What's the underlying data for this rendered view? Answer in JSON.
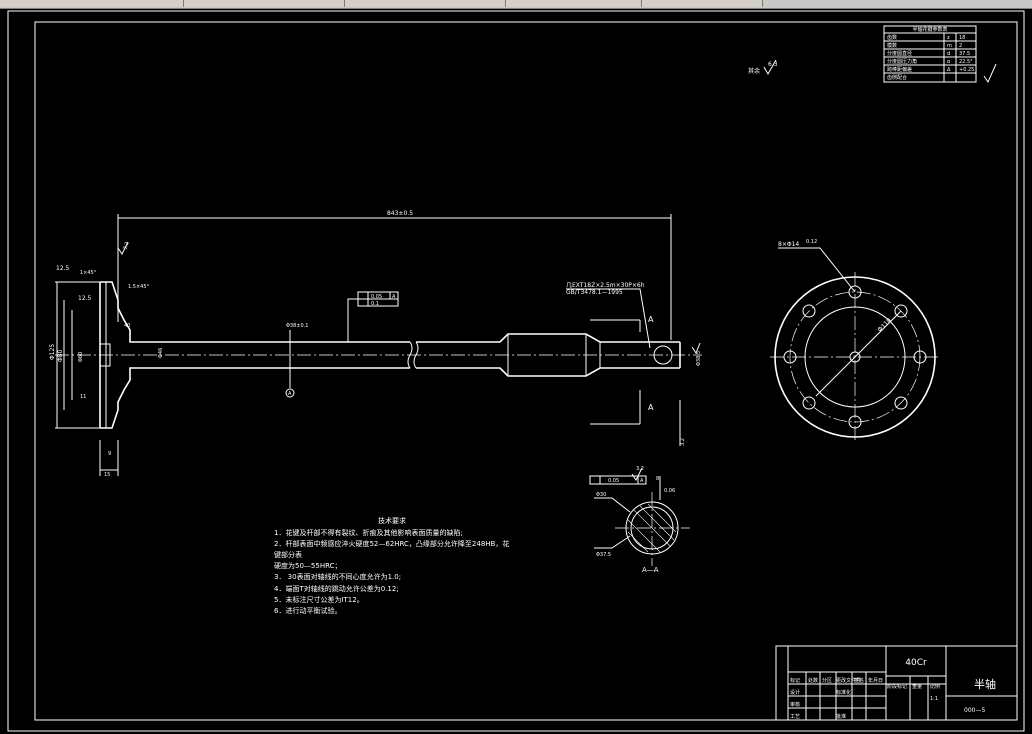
{
  "window": {
    "tabs": [
      "",
      "",
      "",
      "",
      ""
    ]
  },
  "drawing": {
    "params_table": {
      "title": "半轴花键参数表",
      "rows": [
        {
          "label": "齿数",
          "sym": "z",
          "val": "18"
        },
        {
          "label": "模数",
          "sym": "m",
          "val": "2"
        },
        {
          "label": "分度圆直径",
          "sym": "d",
          "val": "37.5"
        },
        {
          "label": "分度圆压力角",
          "sym": "α",
          "val": "22.5°"
        },
        {
          "label": "跨棒距偏差",
          "sym": "Δ",
          "val": "+0.25"
        },
        {
          "label": "齿侧配合",
          "sym": "",
          "val": ""
        }
      ]
    },
    "roughness_note": "其余",
    "roughness_value": "6.3",
    "dims": {
      "overall_length": "843±0.5",
      "flange_dia": "Φ125",
      "hub_dia": "Φ80",
      "dia_60": "Φ60",
      "dia_46": "Φ46",
      "dia_40": "40",
      "shaft_dia": "Φ38±0.1",
      "end_dia": "Φ38.5",
      "spline_callout_1": "几EXT18Z×2.5m×30P×6h",
      "spline_callout_2": "GB/T3478.1—1995",
      "thk_15": "15",
      "thk_9": "9",
      "chamfer_1": "1×45°",
      "chamfer_2": "1.5×45°",
      "r12": "12.5",
      "r12b": "12.5",
      "r_32a": "3.2",
      "r_32b": "3.2",
      "r_32c": "3.2",
      "gdt_1": "0.05",
      "gdt_1_datum": "A",
      "gdt_2": "0.1",
      "datum_a": "A",
      "eleven": "11"
    },
    "section_labels": {
      "top": "A",
      "bottom": "A",
      "name": "A—A"
    },
    "section_dims": {
      "d30": "Φ30",
      "d37": "Φ37.5",
      "gdt": "0.05",
      "gdt_datum": "A",
      "r32": "3.2",
      "depth": "0.06",
      "r_8": "8"
    },
    "flange_view": {
      "holes_callout": "8×Φ14",
      "holes_tol": "0.12",
      "pcd": "Φ110"
    },
    "notes": {
      "title": "技术要求",
      "lines": [
        "1．花键及杆部不得有裂纹、折痕及其他影响表面质量的缺陷;",
        "2．杆部表面中频感应淬火硬度52—62HRC，凸缘部分允许降至248HB，花",
        "键部分表",
        "     硬度为50—55HRC；",
        "3．   30表面对轴线的不同心度允许为1.0;",
        "4．端面T对轴线的跳动允许公差为0.12;",
        "5．未标注尺寸公差为IT12。",
        "6．进行动平衡试验。"
      ]
    },
    "title_block": {
      "material": "40Cr",
      "part_name": "半轴",
      "drawing_no": "000—5",
      "scale": "1:1",
      "head_cells": [
        "标记",
        "处数",
        "分区",
        "更改文件号",
        "签名",
        "年月日"
      ],
      "row_labels": [
        "设计",
        "审核",
        "工艺"
      ],
      "std_label": "标准化",
      "approve_label": "批准",
      "stage_labels": [
        "阶段标记",
        "重量",
        "比例"
      ]
    }
  }
}
